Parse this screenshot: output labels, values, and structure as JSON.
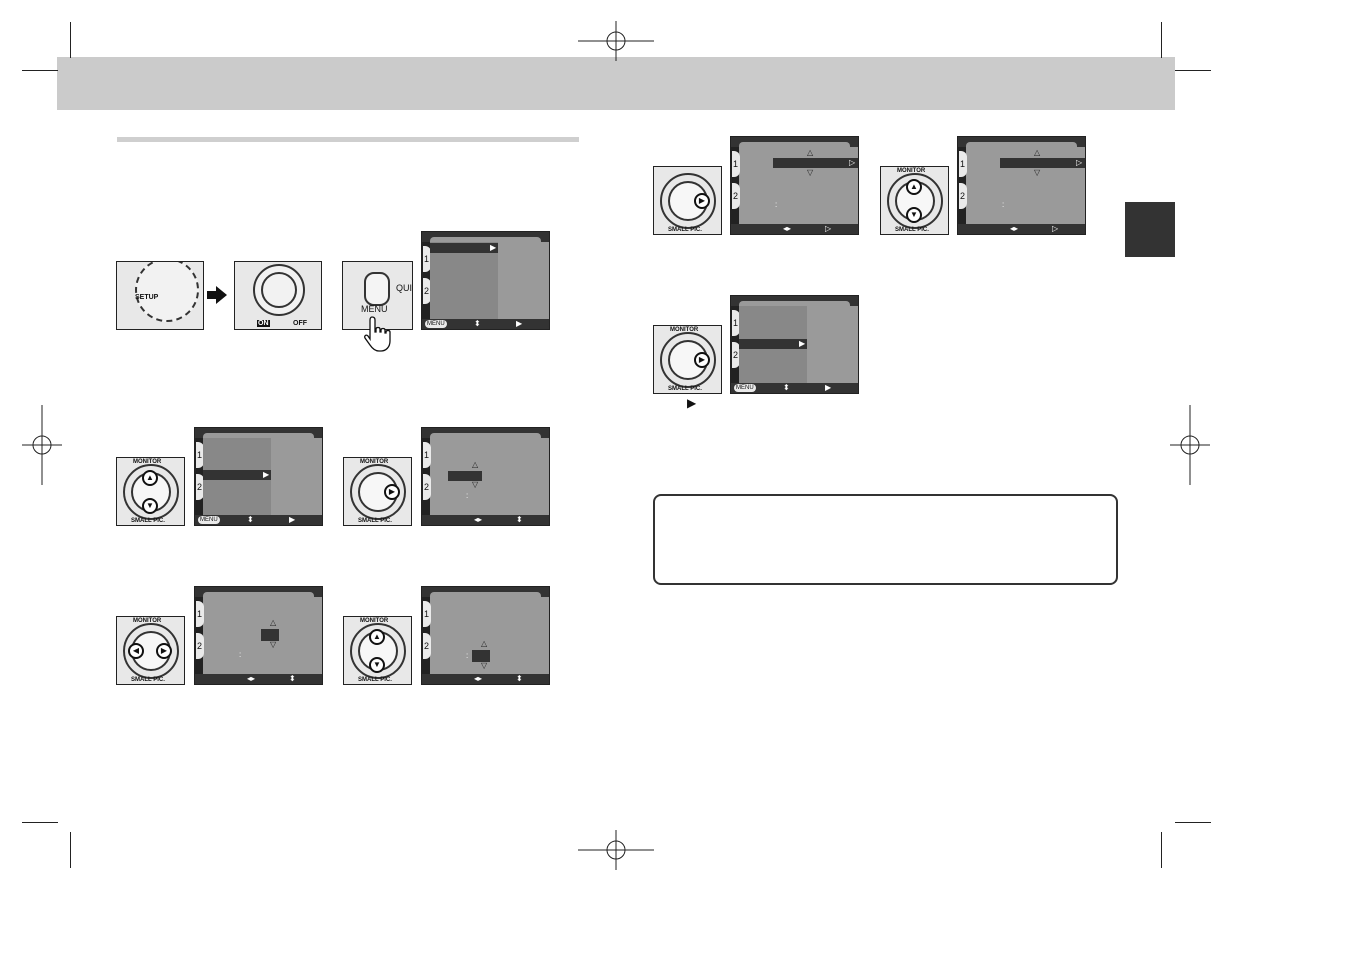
{
  "page": {
    "header_band_color": "#cbcbcb",
    "chapter_tab_color": "#333333",
    "lcd_color": "#9a9a9a"
  },
  "labels": {
    "setup": "SETUP",
    "on": "ON",
    "off": "OFF",
    "menu": "MENU",
    "quick": "QUIC",
    "monitor": "MONITOR",
    "small_pic": "SMALL PIC.",
    "menu_badge": "MENU",
    "tab_1": "1",
    "tab_2": "2",
    "colon": ":",
    "step_arrow": "▶"
  },
  "icons": {
    "next_arrow": "right-arrow-icon",
    "hand": "pointing-hand-icon",
    "up": "up-triangle-icon",
    "down": "down-triangle-icon",
    "left_right": "left-right-icon",
    "up_down": "up-down-icon"
  }
}
